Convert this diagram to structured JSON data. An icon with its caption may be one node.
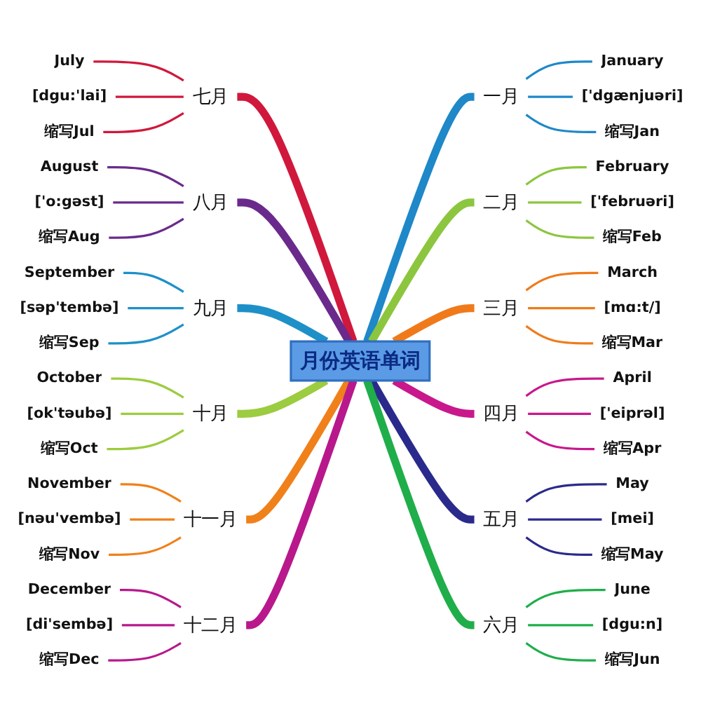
{
  "diagram": {
    "nodes": [
      {
        "text": [
          "月份英语单词"
        ]
      },
      {
        "text": [
          "一月"
        ]
      },
      {
        "text": [
          "January"
        ]
      },
      {
        "text": [
          "['dgænjuəri]"
        ]
      },
      {
        "text": [
          "缩写Jan"
        ]
      },
      {
        "text": [
          "二月"
        ]
      },
      {
        "text": [
          "February"
        ]
      },
      {
        "text": [
          "['februəri]"
        ]
      },
      {
        "text": [
          "缩写Feb"
        ]
      },
      {
        "text": [
          "三月"
        ]
      },
      {
        "text": [
          "March"
        ]
      },
      {
        "text": [
          "[mɑ:t/]"
        ]
      },
      {
        "text": [
          "缩写Mar"
        ]
      },
      {
        "text": [
          "四月"
        ]
      },
      {
        "text": [
          "April"
        ]
      },
      {
        "text": [
          "['eiprəl]"
        ]
      },
      {
        "text": [
          "缩写Apr"
        ]
      },
      {
        "text": [
          "五月"
        ]
      },
      {
        "text": [
          "May"
        ]
      },
      {
        "text": [
          "[mei]"
        ]
      },
      {
        "text": [
          "缩写May"
        ]
      },
      {
        "text": [
          "六月"
        ]
      },
      {
        "text": [
          "June"
        ]
      },
      {
        "text": [
          "[dgu:n]"
        ]
      },
      {
        "text": [
          "缩写Jun"
        ]
      },
      {
        "text": [
          "七月"
        ]
      },
      {
        "text": [
          "July"
        ]
      },
      {
        "text": [
          "[dgu:'lai]"
        ]
      },
      {
        "text": [
          "缩写Jul"
        ]
      },
      {
        "text": [
          "八月"
        ]
      },
      {
        "text": [
          "August"
        ]
      },
      {
        "text": [
          "['o:gəst]"
        ]
      },
      {
        "text": [
          "缩写Aug"
        ]
      },
      {
        "text": [
          "九月"
        ]
      },
      {
        "text": [
          "September"
        ]
      },
      {
        "text": [
          "[səp'tembə]"
        ]
      },
      {
        "text": [
          "缩写Sep"
        ]
      },
      {
        "text": [
          "十月"
        ]
      },
      {
        "text": [
          "October"
        ]
      },
      {
        "text": [
          "[ok'təubə]"
        ]
      },
      {
        "text": [
          "缩写Oct"
        ]
      },
      {
        "text": [
          "十一月"
        ]
      },
      {
        "text": [
          "November"
        ]
      },
      {
        "text": [
          "[nəu'vembə]"
        ]
      },
      {
        "text": [
          "缩写Nov"
        ]
      },
      {
        "text": [
          "十二月"
        ]
      },
      {
        "text": [
          "December"
        ]
      },
      {
        "text": [
          "[di'sembə]"
        ]
      },
      {
        "text": [
          "缩写Dec"
        ]
      }
    ],
    "edges": [
      {
        "from": 0,
        "to": 1,
        "arrow": "none",
        "style": "thick",
        "color": "#1e88c8"
      },
      {
        "from": 1,
        "to": 2,
        "arrow": "none",
        "color": "#1e88c8"
      },
      {
        "from": 1,
        "to": 3,
        "arrow": "none",
        "color": "#1e88c8"
      },
      {
        "from": 1,
        "to": 4,
        "arrow": "none",
        "color": "#1e88c8"
      },
      {
        "from": 0,
        "to": 5,
        "arrow": "none",
        "style": "thick",
        "color": "#8cc63f"
      },
      {
        "from": 5,
        "to": 6,
        "arrow": "none",
        "color": "#8cc63f"
      },
      {
        "from": 5,
        "to": 7,
        "arrow": "none",
        "color": "#8cc63f"
      },
      {
        "from": 5,
        "to": 8,
        "arrow": "none",
        "color": "#8cc63f"
      },
      {
        "from": 0,
        "to": 9,
        "arrow": "none",
        "style": "thick",
        "color": "#f07a1a"
      },
      {
        "from": 9,
        "to": 10,
        "arrow": "none",
        "color": "#f07a1a"
      },
      {
        "from": 9,
        "to": 11,
        "arrow": "none",
        "color": "#f07a1a"
      },
      {
        "from": 9,
        "to": 12,
        "arrow": "none",
        "color": "#f07a1a"
      },
      {
        "from": 0,
        "to": 13,
        "arrow": "none",
        "style": "thick",
        "color": "#c8188c"
      },
      {
        "from": 13,
        "to": 14,
        "arrow": "none",
        "color": "#c8188c"
      },
      {
        "from": 13,
        "to": 15,
        "arrow": "none",
        "color": "#c8188c"
      },
      {
        "from": 13,
        "to": 16,
        "arrow": "none",
        "color": "#c8188c"
      },
      {
        "from": 0,
        "to": 17,
        "arrow": "none",
        "style": "thick",
        "color": "#2a2a8c"
      },
      {
        "from": 17,
        "to": 18,
        "arrow": "none",
        "color": "#2a2a8c"
      },
      {
        "from": 17,
        "to": 19,
        "arrow": "none",
        "color": "#2a2a8c"
      },
      {
        "from": 17,
        "to": 20,
        "arrow": "none",
        "color": "#2a2a8c"
      },
      {
        "from": 0,
        "to": 21,
        "arrow": "none",
        "style": "thick",
        "color": "#1fae4a"
      },
      {
        "from": 21,
        "to": 22,
        "arrow": "none",
        "color": "#1fae4a"
      },
      {
        "from": 21,
        "to": 23,
        "arrow": "none",
        "color": "#1fae4a"
      },
      {
        "from": 21,
        "to": 24,
        "arrow": "none",
        "color": "#1fae4a"
      },
      {
        "from": 0,
        "to": 25,
        "arrow": "none",
        "style": "thick",
        "color": "#d0183c"
      },
      {
        "from": 25,
        "to": 26,
        "arrow": "none",
        "color": "#d0183c"
      },
      {
        "from": 25,
        "to": 27,
        "arrow": "none",
        "color": "#d0183c"
      },
      {
        "from": 25,
        "to": 28,
        "arrow": "none",
        "color": "#d0183c"
      },
      {
        "from": 0,
        "to": 29,
        "arrow": "none",
        "style": "thick",
        "color": "#6a2a8c"
      },
      {
        "from": 29,
        "to": 30,
        "arrow": "none",
        "color": "#6a2a8c"
      },
      {
        "from": 29,
        "to": 31,
        "arrow": "none",
        "color": "#6a2a8c"
      },
      {
        "from": 29,
        "to": 32,
        "arrow": "none",
        "color": "#6a2a8c"
      },
      {
        "from": 0,
        "to": 33,
        "arrow": "none",
        "style": "thick",
        "color": "#1e90c8"
      },
      {
        "from": 33,
        "to": 34,
        "arrow": "none",
        "color": "#1e90c8"
      },
      {
        "from": 33,
        "to": 35,
        "arrow": "none",
        "color": "#1e90c8"
      },
      {
        "from": 33,
        "to": 36,
        "arrow": "none",
        "color": "#1e90c8"
      },
      {
        "from": 0,
        "to": 37,
        "arrow": "none",
        "style": "thick",
        "color": "#9ccc3f"
      },
      {
        "from": 37,
        "to": 38,
        "arrow": "none",
        "color": "#9ccc3f"
      },
      {
        "from": 37,
        "to": 39,
        "arrow": "none",
        "color": "#9ccc3f"
      },
      {
        "from": 37,
        "to": 40,
        "arrow": "none",
        "color": "#9ccc3f"
      },
      {
        "from": 0,
        "to": 41,
        "arrow": "none",
        "style": "thick",
        "color": "#f0801a"
      },
      {
        "from": 41,
        "to": 42,
        "arrow": "none",
        "color": "#f0801a"
      },
      {
        "from": 41,
        "to": 43,
        "arrow": "none",
        "color": "#f0801a"
      },
      {
        "from": 41,
        "to": 44,
        "arrow": "none",
        "color": "#f0801a"
      },
      {
        "from": 0,
        "to": 45,
        "arrow": "none",
        "style": "thick",
        "color": "#b8188c"
      },
      {
        "from": 45,
        "to": 46,
        "arrow": "none",
        "color": "#b8188c"
      },
      {
        "from": 45,
        "to": 47,
        "arrow": "none",
        "color": "#b8188c"
      },
      {
        "from": 45,
        "to": 48,
        "arrow": "none",
        "color": "#b8188c"
      }
    ]
  }
}
